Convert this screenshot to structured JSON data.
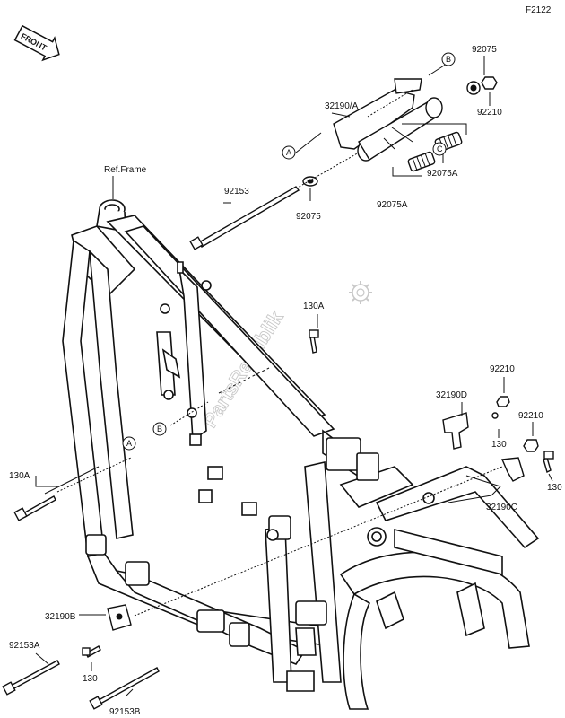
{
  "diagram_id": "F2122",
  "front_label": "FRONT",
  "ref_frame": "Ref.Frame",
  "watermark": "PartsRepublik",
  "part_labels": {
    "p92075_top": "92075",
    "p32190A": "32190/A",
    "p92210_top": "92210",
    "p92153": "92153",
    "p92075_mid": "92075",
    "p92075A_right": "92075A",
    "p92075A_mid": "92075A",
    "p130A_top": "130A",
    "p92210_r1": "92210",
    "p32190D": "32190D",
    "p130_r1": "130",
    "p92210_r2": "92210",
    "p130_r2": "130",
    "p32190C": "32190C",
    "p130A_left": "130A",
    "p32190B": "32190B",
    "p92153A": "92153A",
    "p130_bottom": "130",
    "p92153B": "92153B"
  },
  "callouts": {
    "A": "A",
    "B": "B",
    "C": "C"
  }
}
